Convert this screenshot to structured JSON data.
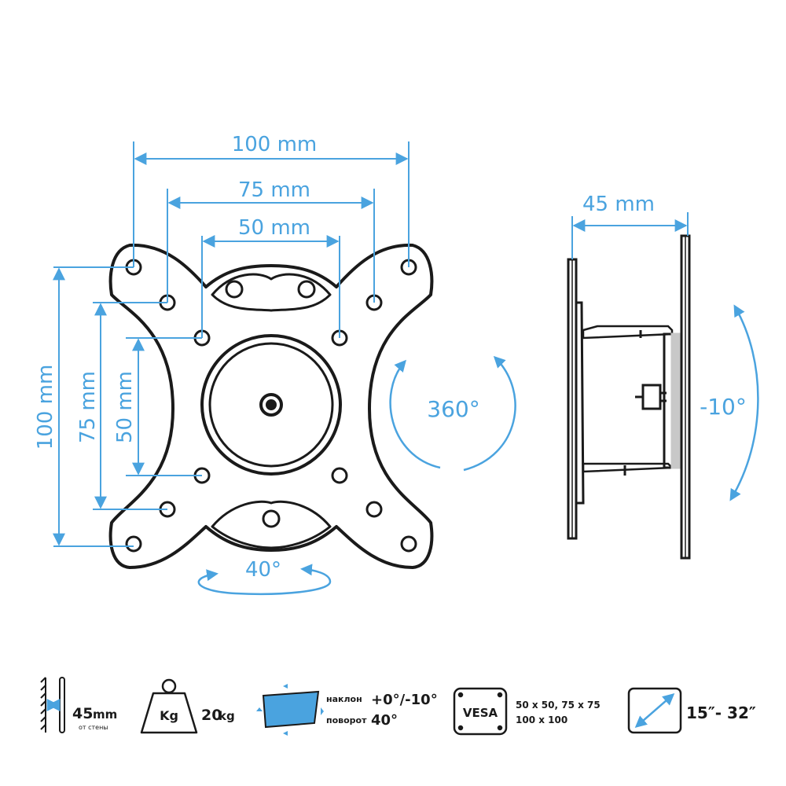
{
  "colors": {
    "accent": "#4aa3df",
    "line": "#1a1a1a",
    "fill_gray": "#c8c8c8"
  },
  "dimensions": {
    "front_h_100": "100 mm",
    "front_h_75": "75 mm",
    "front_h_50": "50 mm",
    "front_v_100": "100 mm",
    "front_v_75": "75 mm",
    "front_v_50": "50 mm",
    "side_depth": "45 mm"
  },
  "rotation": {
    "swivel": "360°",
    "pivot": "40°",
    "tilt": "-10°"
  },
  "specs": {
    "depth_value": "45",
    "depth_unit": "mm",
    "depth_caption": "от стены",
    "weight_icon_label": "Kg",
    "weight_value": "20",
    "weight_unit": "kg",
    "tilt_label": "наклон",
    "tilt_value": "+0°/-10°",
    "turn_label": "поворот",
    "turn_value": "40°",
    "vesa_label": "VESA",
    "vesa_sizes_line1": "50 x 50, 75 x 75",
    "vesa_sizes_line2": "100 x 100",
    "screen_range": "15″- 32″"
  },
  "icons": [
    "wall-depth-icon",
    "weight-icon",
    "tilt-swivel-icon",
    "vesa-icon",
    "screen-diagonal-icon"
  ]
}
